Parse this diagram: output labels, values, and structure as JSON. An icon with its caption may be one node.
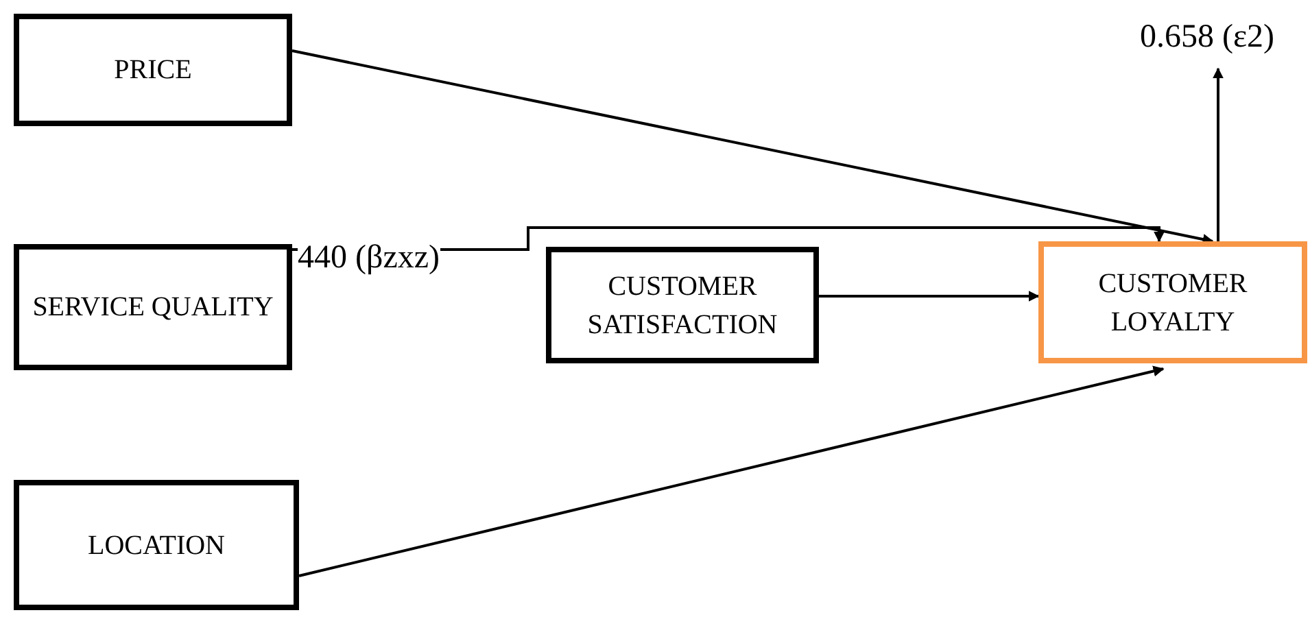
{
  "diagram": {
    "nodes": [
      {
        "text": [
          "PRICE"
        ]
      },
      {
        "text": [
          "SERVICE QUALITY"
        ]
      },
      {
        "text": [
          "LOCATION"
        ]
      },
      {
        "text": [
          "CUSTOMER SATISFACTION"
        ]
      },
      {
        "text": [
          "CUSTOMER LOYALTY"
        ]
      },
      {
        "text": [
          "0.658 (ε2)"
        ]
      }
    ],
    "edges": [
      {
        "from": 0,
        "to": 4,
        "arrow": "to"
      },
      {
        "from": 1,
        "to": 4,
        "arrow": "to",
        "label": "440 (βzxz)"
      },
      {
        "from": 3,
        "to": 4,
        "arrow": "to"
      },
      {
        "from": 2,
        "to": 4,
        "arrow": "to"
      },
      {
        "from": 4,
        "to": 5,
        "arrow": "to"
      }
    ]
  }
}
